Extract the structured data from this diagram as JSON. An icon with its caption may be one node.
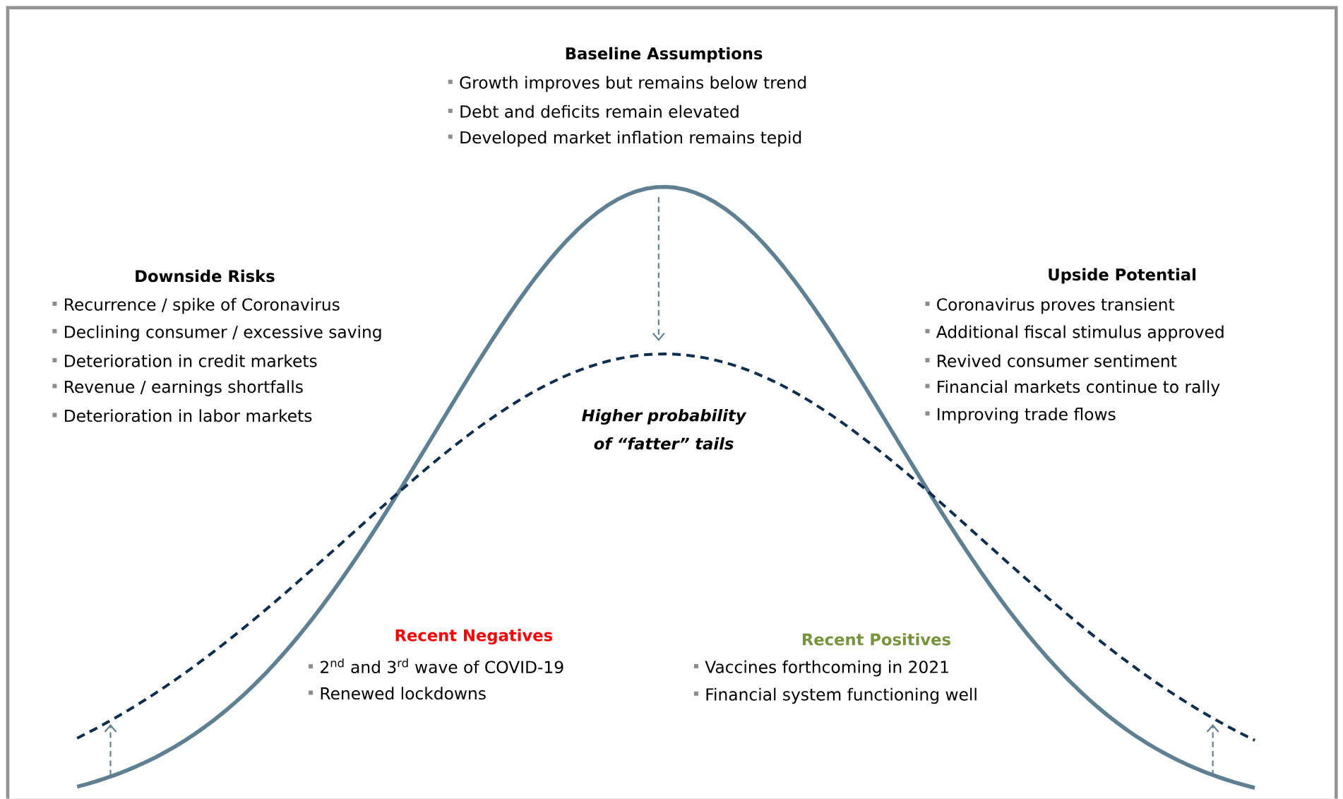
{
  "diagram": {
    "labels": [
      "Baseline Assumptions",
      "Growth improves but remains below trend",
      "Debt and deficits remain elevated",
      "Developed market inflation remains tepid",
      "Downside Risks",
      "Recurrence / spike of Coronavirus",
      "Declining consumer / excessive saving",
      "Deterioration in credit markets",
      "Revenue / earnings shortfalls",
      "Deterioration in labor markets",
      "Upside Potential",
      "Coronavirus proves transient",
      "Additional fiscal stimulus approved",
      "Revived consumer sentiment",
      "Financial markets continue to rally",
      "Improving trade flows",
      "Higher probability of “fatter” tails",
      "Recent Negatives",
      "2$^{nd}$ and 3$^{rd}$ wave of COVID-19",
      "Renewed lockdowns",
      "Recent Positives",
      "Vaccines forthcoming in 2021",
      "Financial system functioning well"
    ]
  }
}
